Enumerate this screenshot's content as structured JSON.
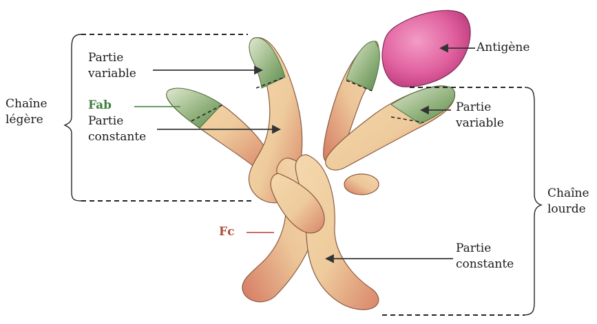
{
  "labels": {
    "chaine_legere_1": "Chaîne",
    "chaine_legere_2": "légère",
    "partie_variable_left_1": "Partie",
    "partie_variable_left_2": "variable",
    "fab": "Fab",
    "partie_constante_left_1": "Partie",
    "partie_constante_left_2": "constante",
    "antigene": "Antigène",
    "partie_variable_right_1": "Partie",
    "partie_variable_right_2": "variable",
    "chaine_lourde_1": "Chaîne",
    "chaine_lourde_2": "lourde",
    "fc": "Fc",
    "partie_constante_right_1": "Partie",
    "partie_constante_right_2": "constante"
  },
  "colors": {
    "heavy_chain": "#eecb9c",
    "heavy_shadow": "#d98a6e",
    "variable_region": "#7fa36a",
    "antigen": "#e0609e",
    "fab_label": "#3f7f3f",
    "fc_label": "#b04a3a",
    "lines": "#333333"
  }
}
